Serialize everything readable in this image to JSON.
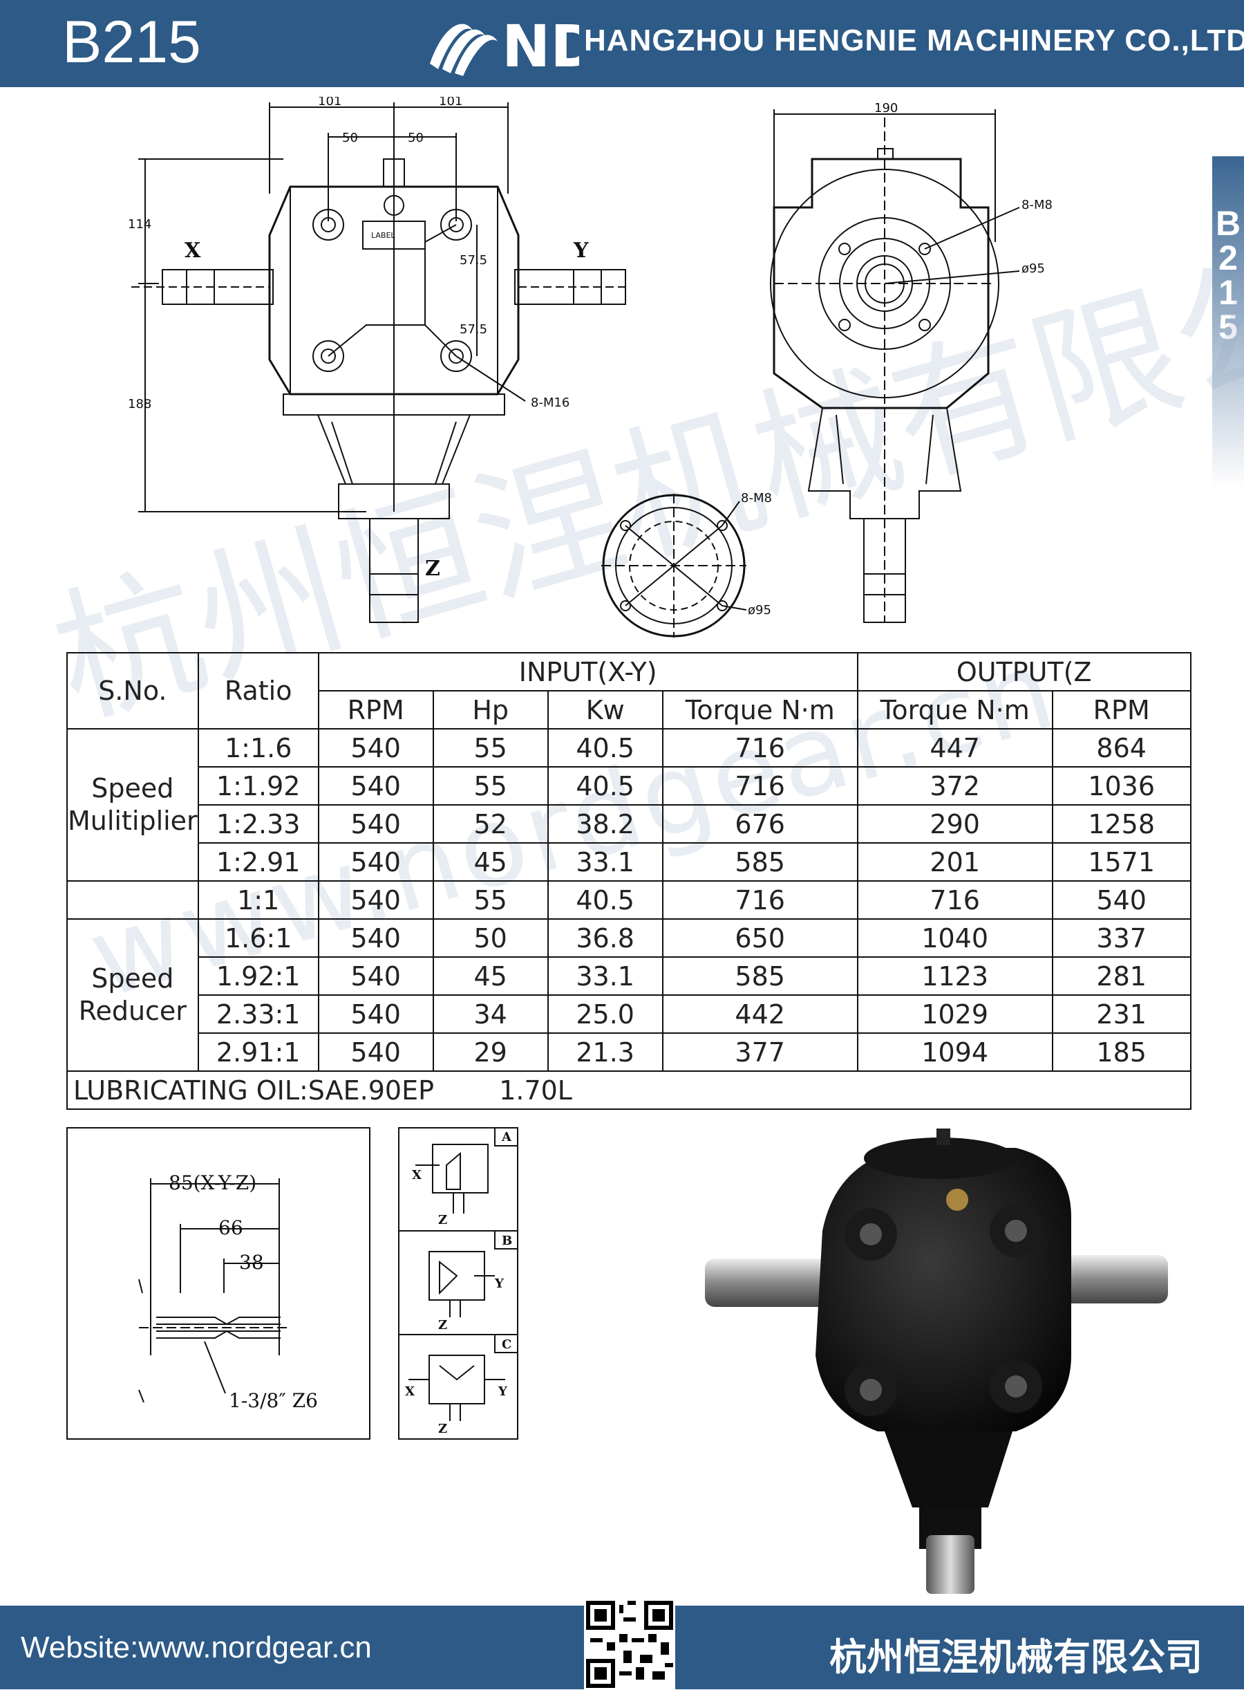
{
  "header": {
    "model": "B215",
    "company": "HANGZHOU HENGNIE MACHINERY CO.,LTD",
    "logo_text": "ND"
  },
  "side_tab": [
    "B",
    "2",
    "1",
    "5"
  ],
  "drawing_front": {
    "dims": [
      "101",
      "101",
      "50",
      "50",
      "114",
      "188",
      "57.5",
      "57.5",
      "8-M16"
    ],
    "axis_x": "X",
    "axis_y": "Y",
    "axis_z": "Z",
    "label": "LABEL"
  },
  "drawing_side": {
    "dims": [
      "190",
      "8-M8",
      "ø95"
    ]
  },
  "drawing_flange": {
    "dims": [
      "8-M8",
      "ø95"
    ]
  },
  "table": {
    "headers": {
      "sno": "S.No.",
      "ratio": "Ratio",
      "input": "INPUT(X-Y)",
      "output": "OUTPUT(Z",
      "rpm_in": "RPM",
      "hp": "Hp",
      "kw": "Kw",
      "torque_in": "Torque N·m",
      "torque_out": "Torque N·m",
      "rpm_out": "RPM"
    },
    "group_multiplier": [
      "Speed",
      "Mulitiplier"
    ],
    "group_reducer": [
      "Speed",
      "Reducer"
    ],
    "rows": [
      [
        "1:1.6",
        "540",
        "55",
        "40.5",
        "716",
        "447",
        "864"
      ],
      [
        "1:1.92",
        "540",
        "55",
        "40.5",
        "716",
        "372",
        "1036"
      ],
      [
        "1:2.33",
        "540",
        "52",
        "38.2",
        "676",
        "290",
        "1258"
      ],
      [
        "1:2.91",
        "540",
        "45",
        "33.1",
        "585",
        "201",
        "1571"
      ],
      [
        "1:1",
        "540",
        "55",
        "40.5",
        "716",
        "716",
        "540"
      ],
      [
        "1.6:1",
        "540",
        "50",
        "36.8",
        "650",
        "1040",
        "337"
      ],
      [
        "1.92:1",
        "540",
        "45",
        "33.1",
        "585",
        "1123",
        "281"
      ],
      [
        "2.33:1",
        "540",
        "34",
        "25.0",
        "442",
        "1029",
        "231"
      ],
      [
        "2.91:1",
        "540",
        "29",
        "21.3",
        "377",
        "1094",
        "185"
      ]
    ],
    "lubricating_label": "LUBRICATING OIL:SAE.90EP",
    "lubricating_value": "1.70L"
  },
  "shaft_detail": {
    "dim_total": "85(X-Y-Z)",
    "dim_66": "66",
    "dim_38": "38",
    "spline": "1-3/8″ Z6"
  },
  "configs": {
    "a": {
      "tag": "A",
      "labels": [
        "X",
        "Z"
      ]
    },
    "b": {
      "tag": "B",
      "labels": [
        "Y",
        "Z"
      ]
    },
    "c": {
      "tag": "C",
      "labels": [
        "X",
        "Y",
        "Z"
      ]
    }
  },
  "watermark": {
    "line1": "杭州恒涅机械有限公司",
    "line2": "www.nordgear.cn"
  },
  "footer": {
    "website": "Website:www.nordgear.cn",
    "company_cn": "杭州恒涅机械有限公司"
  },
  "colors": {
    "brand_blue": "#2d5a86",
    "line": "#111111"
  }
}
